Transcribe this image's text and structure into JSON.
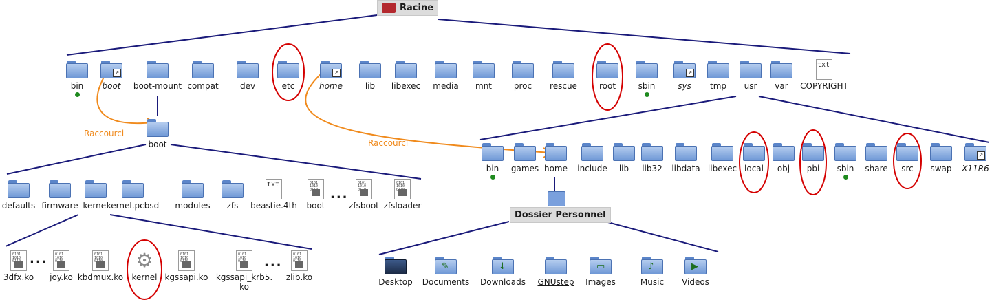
{
  "root": {
    "label": "Racine"
  },
  "level1": [
    {
      "label": "bin",
      "icon": "folder",
      "dot": true
    },
    {
      "label": "boot",
      "icon": "folder-link",
      "italic": true
    },
    {
      "label": "boot-mount",
      "icon": "folder"
    },
    {
      "label": "compat",
      "icon": "folder"
    },
    {
      "label": "dev",
      "icon": "folder"
    },
    {
      "label": "etc",
      "icon": "folder"
    },
    {
      "label": "home",
      "icon": "folder-link",
      "italic": true
    },
    {
      "label": "lib",
      "icon": "folder"
    },
    {
      "label": "libexec",
      "icon": "folder"
    },
    {
      "label": "media",
      "icon": "folder"
    },
    {
      "label": "mnt",
      "icon": "folder"
    },
    {
      "label": "proc",
      "icon": "folder"
    },
    {
      "label": "rescue",
      "icon": "folder"
    },
    {
      "label": "root",
      "icon": "folder"
    },
    {
      "label": "sbin",
      "icon": "folder",
      "dot": true
    },
    {
      "label": "sys",
      "icon": "folder-link",
      "italic": true
    },
    {
      "label": "tmp",
      "icon": "folder"
    },
    {
      "label": "usr",
      "icon": "folder"
    },
    {
      "label": "var",
      "icon": "folder"
    },
    {
      "label": "COPYRIGHT",
      "icon": "text-file"
    }
  ],
  "boot_node": {
    "label": "boot"
  },
  "boot_children": [
    {
      "label": "defaults",
      "icon": "folder"
    },
    {
      "label": "firmware",
      "icon": "folder"
    },
    {
      "label": "kernel",
      "icon": "folder"
    },
    {
      "label": "kernel.pcbsd",
      "icon": "folder"
    },
    {
      "label": "modules",
      "icon": "folder"
    },
    {
      "label": "zfs",
      "icon": "folder"
    },
    {
      "label": "beastie.4th",
      "icon": "text-file"
    },
    {
      "label": "boot",
      "icon": "binary-file"
    },
    {
      "label": "zfsboot",
      "icon": "binary-file"
    },
    {
      "label": "zfsloader",
      "icon": "binary-file"
    }
  ],
  "kernel_children": [
    {
      "label": "3dfx.ko",
      "icon": "binary-file"
    },
    {
      "label": "joy.ko",
      "icon": "binary-file"
    },
    {
      "label": "kbdmux.ko",
      "icon": "binary-file"
    },
    {
      "label": "kernel",
      "icon": "gear"
    },
    {
      "label": "kgssapi.ko",
      "icon": "binary-file"
    },
    {
      "label": "kgssapi_krb5.\nko",
      "icon": "binary-file"
    },
    {
      "label": "zlib.ko",
      "icon": "binary-file"
    }
  ],
  "usr_children": [
    {
      "label": "bin",
      "icon": "folder",
      "dot": true
    },
    {
      "label": "games",
      "icon": "folder"
    },
    {
      "label": "home",
      "icon": "folder"
    },
    {
      "label": "include",
      "icon": "folder"
    },
    {
      "label": "lib",
      "icon": "folder"
    },
    {
      "label": "lib32",
      "icon": "folder"
    },
    {
      "label": "libdata",
      "icon": "folder"
    },
    {
      "label": "libexec",
      "icon": "folder"
    },
    {
      "label": "local",
      "icon": "folder"
    },
    {
      "label": "obj",
      "icon": "folder"
    },
    {
      "label": "pbi",
      "icon": "folder"
    },
    {
      "label": "sbin",
      "icon": "folder",
      "dot": true
    },
    {
      "label": "share",
      "icon": "folder"
    },
    {
      "label": "src",
      "icon": "folder"
    },
    {
      "label": "swap",
      "icon": "folder"
    },
    {
      "label": "X11R6",
      "icon": "folder-link",
      "italic": true
    }
  ],
  "home_node": {
    "label": "Dossier Personnel"
  },
  "home_children": [
    {
      "label": "Desktop",
      "icon": "desktop-folder"
    },
    {
      "label": "Documents",
      "icon": "documents-folder"
    },
    {
      "label": "Downloads",
      "icon": "downloads-folder"
    },
    {
      "label": "GNUstep",
      "icon": "folder",
      "underline": true
    },
    {
      "label": "Images",
      "icon": "images-folder"
    },
    {
      "label": "Music",
      "icon": "music-folder"
    },
    {
      "label": "Videos",
      "icon": "videos-folder"
    }
  ],
  "annotations": {
    "shortcut_left": "Raccourci",
    "shortcut_right": "Raccourci"
  },
  "ellipsis": "...",
  "colors": {
    "line": "#1a1a7a",
    "highlight": "#d40000",
    "arrow": "#f08a1c",
    "folder": "#7aa0dd",
    "dot": "#1e8a1e"
  },
  "highlighted": [
    "etc",
    "root",
    "kernel",
    "local",
    "pbi",
    "src"
  ]
}
